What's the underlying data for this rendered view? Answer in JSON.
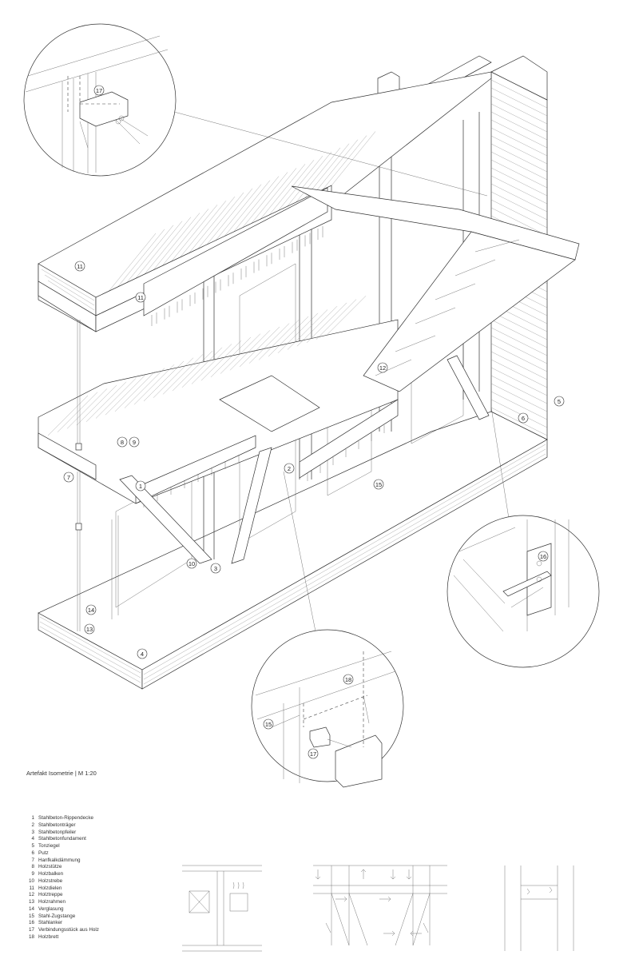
{
  "caption": "Artefakt Isometrie | M 1:20",
  "legend": [
    {
      "num": "1",
      "label": "Stahlbeton-Rippendecke"
    },
    {
      "num": "2",
      "label": "Stahlbetonträger"
    },
    {
      "num": "3",
      "label": "Stahlbetonpfeiler"
    },
    {
      "num": "4",
      "label": "Stahlbetonfundament"
    },
    {
      "num": "5",
      "label": "Tonziegel"
    },
    {
      "num": "6",
      "label": "Putz"
    },
    {
      "num": "7",
      "label": "Hanfkalkdämmung"
    },
    {
      "num": "8",
      "label": "Holzstütze"
    },
    {
      "num": "9",
      "label": "Holzbalken"
    },
    {
      "num": "10",
      "label": "Holzstrebe"
    },
    {
      "num": "11",
      "label": "Holzdielen"
    },
    {
      "num": "12",
      "label": "Holztreppe"
    },
    {
      "num": "13",
      "label": "Holzrahmen"
    },
    {
      "num": "14",
      "label": "Verglasung"
    },
    {
      "num": "15",
      "label": "Stahl-Zugstange"
    },
    {
      "num": "16",
      "label": "Stahlanker"
    },
    {
      "num": "17",
      "label": "Verbindungsstück aus Holz"
    },
    {
      "num": "18",
      "label": "Holzbrett"
    }
  ],
  "callouts": [
    "11",
    "11",
    "17",
    "12",
    "5",
    "6",
    "7",
    "8",
    "9",
    "1",
    "2",
    "15",
    "10",
    "3",
    "14",
    "13",
    "4",
    "16",
    "18",
    "15",
    "17"
  ]
}
